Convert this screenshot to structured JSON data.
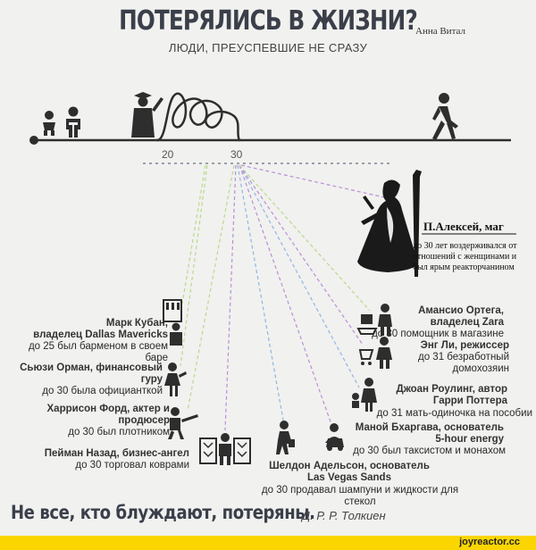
{
  "header": {
    "title": "ПОТЕРЯЛИСЬ В ЖИЗНИ?",
    "author": "Анна Витал",
    "subtitle": "ЛЮДИ, ПРЕУСПЕВШИЕ НЕ СРАЗУ"
  },
  "timeline": {
    "tick_20": "20",
    "tick_30": "30"
  },
  "wizard": {
    "name": "П.Алексей, маг",
    "lines": [
      "до 30 лет воздерживался от",
      "отношений с женщинами и",
      "был ярым реакторчанином"
    ]
  },
  "people_left": [
    {
      "name": "Марк Кубан,",
      "role": "владелец Dallas Mavericks",
      "before": "до 25 был барменом в своем баре"
    },
    {
      "name": "Сьюзи Орман, финансовый гуру",
      "before": "до 30 была официанткой"
    },
    {
      "name": "Харрисон Форд, актер и продюсер",
      "before": "до 30 был плотником"
    },
    {
      "name": "Пейман Назад, бизнес-ангел",
      "before": "до 30 торговал коврами"
    }
  ],
  "people_right": [
    {
      "name": "Амансио Ортега,",
      "role": "владелец Zara",
      "before": "до 30 помощник в магазине"
    },
    {
      "name": "Энг Ли, режиссер",
      "before": "до 31 безработный",
      "before2": "домохозяин"
    },
    {
      "name": "Джоан Роулинг, автор",
      "role": "Гарри Поттера",
      "before": "до 31 мать-одиночка на пособии"
    },
    {
      "name": "Маной Бхаргава, основатель",
      "role": "5-hour energy",
      "before": "до 30 был таксистом и монахом"
    }
  ],
  "person_center": {
    "name": "Шелдон Адельсон, основатель",
    "role": "Las Vegas Sands",
    "before": "до 30 продавал шампуни и жидкости для",
    "before2": "стекол"
  },
  "footer": {
    "quote": "Не все, кто блуждают, потеряны.",
    "quote_author": "Д. Р. Р. Толкиен",
    "site": "joyreactor.cc"
  },
  "colors": {
    "icon": "#3a3a3a",
    "line_green": "#b9d98c",
    "line_purple": "#b88fd9",
    "line_blue": "#8fb6e6",
    "footer_bg": "#fbd500"
  }
}
